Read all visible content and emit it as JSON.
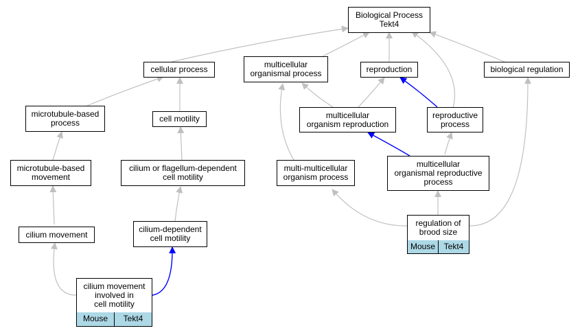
{
  "nodes": {
    "bp": [
      "Biological Process",
      "Tekt4"
    ],
    "cellular_process": [
      "cellular process"
    ],
    "multicellular_org_process": [
      "multicellular",
      "organismal process"
    ],
    "reproduction": [
      "reproduction"
    ],
    "bio_regulation": [
      "biological regulation"
    ],
    "mt_process": [
      "microtubule-based",
      "process"
    ],
    "cell_motility": [
      "cell motility"
    ],
    "mc_org_reproduction": [
      "multicellular",
      "organism reproduction"
    ],
    "reproductive_process": [
      "reproductive",
      "process"
    ],
    "mt_movement": [
      "microtubule-based",
      "movement"
    ],
    "cilium_flagellum_motility": [
      "cilium or flagellum-dependent",
      "cell motility"
    ],
    "multi_mc_org_process": [
      "multi-multicellular",
      "organism process"
    ],
    "mc_org_reproductive_process": [
      "multicellular",
      "organismal reproductive",
      "process"
    ],
    "cilium_movement": [
      "cilium movement"
    ],
    "cilium_dep_motility": [
      "cilium-dependent",
      "cell motility"
    ],
    "regulation_brood": [
      "regulation of",
      "brood size"
    ],
    "cilium_movement_motility": [
      "cilium movement",
      "involved in",
      "cell motility"
    ]
  },
  "annotations": {
    "regulation_brood": [
      "Mouse",
      "Tekt4"
    ],
    "cilium_movement_motility": [
      "Mouse",
      "Tekt4"
    ]
  },
  "colors": {
    "gray_edge": "#c0c0c0",
    "blue_edge": "#0000ff",
    "annotation_fill": "#add8e6"
  }
}
